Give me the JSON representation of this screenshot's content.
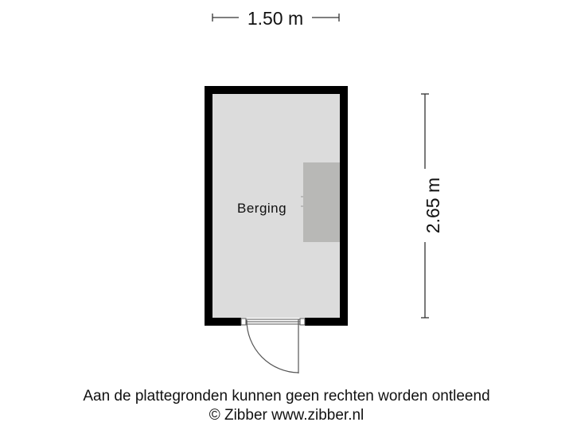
{
  "floorplan": {
    "room": {
      "name": "Berging",
      "fill_color": "#dcdcdc",
      "wall_color": "#000000",
      "storage_block_color": "#b8b8b6"
    },
    "dimensions": {
      "width_label": "1.50 m",
      "height_label": "2.65 m"
    },
    "door": {
      "type": "single-swing-outward",
      "position": "bottom-wall"
    }
  },
  "footer": {
    "disclaimer": "Aan de plattegronden kunnen geen rechten worden ontleend",
    "copyright": "© Zibber www.zibber.nl"
  }
}
